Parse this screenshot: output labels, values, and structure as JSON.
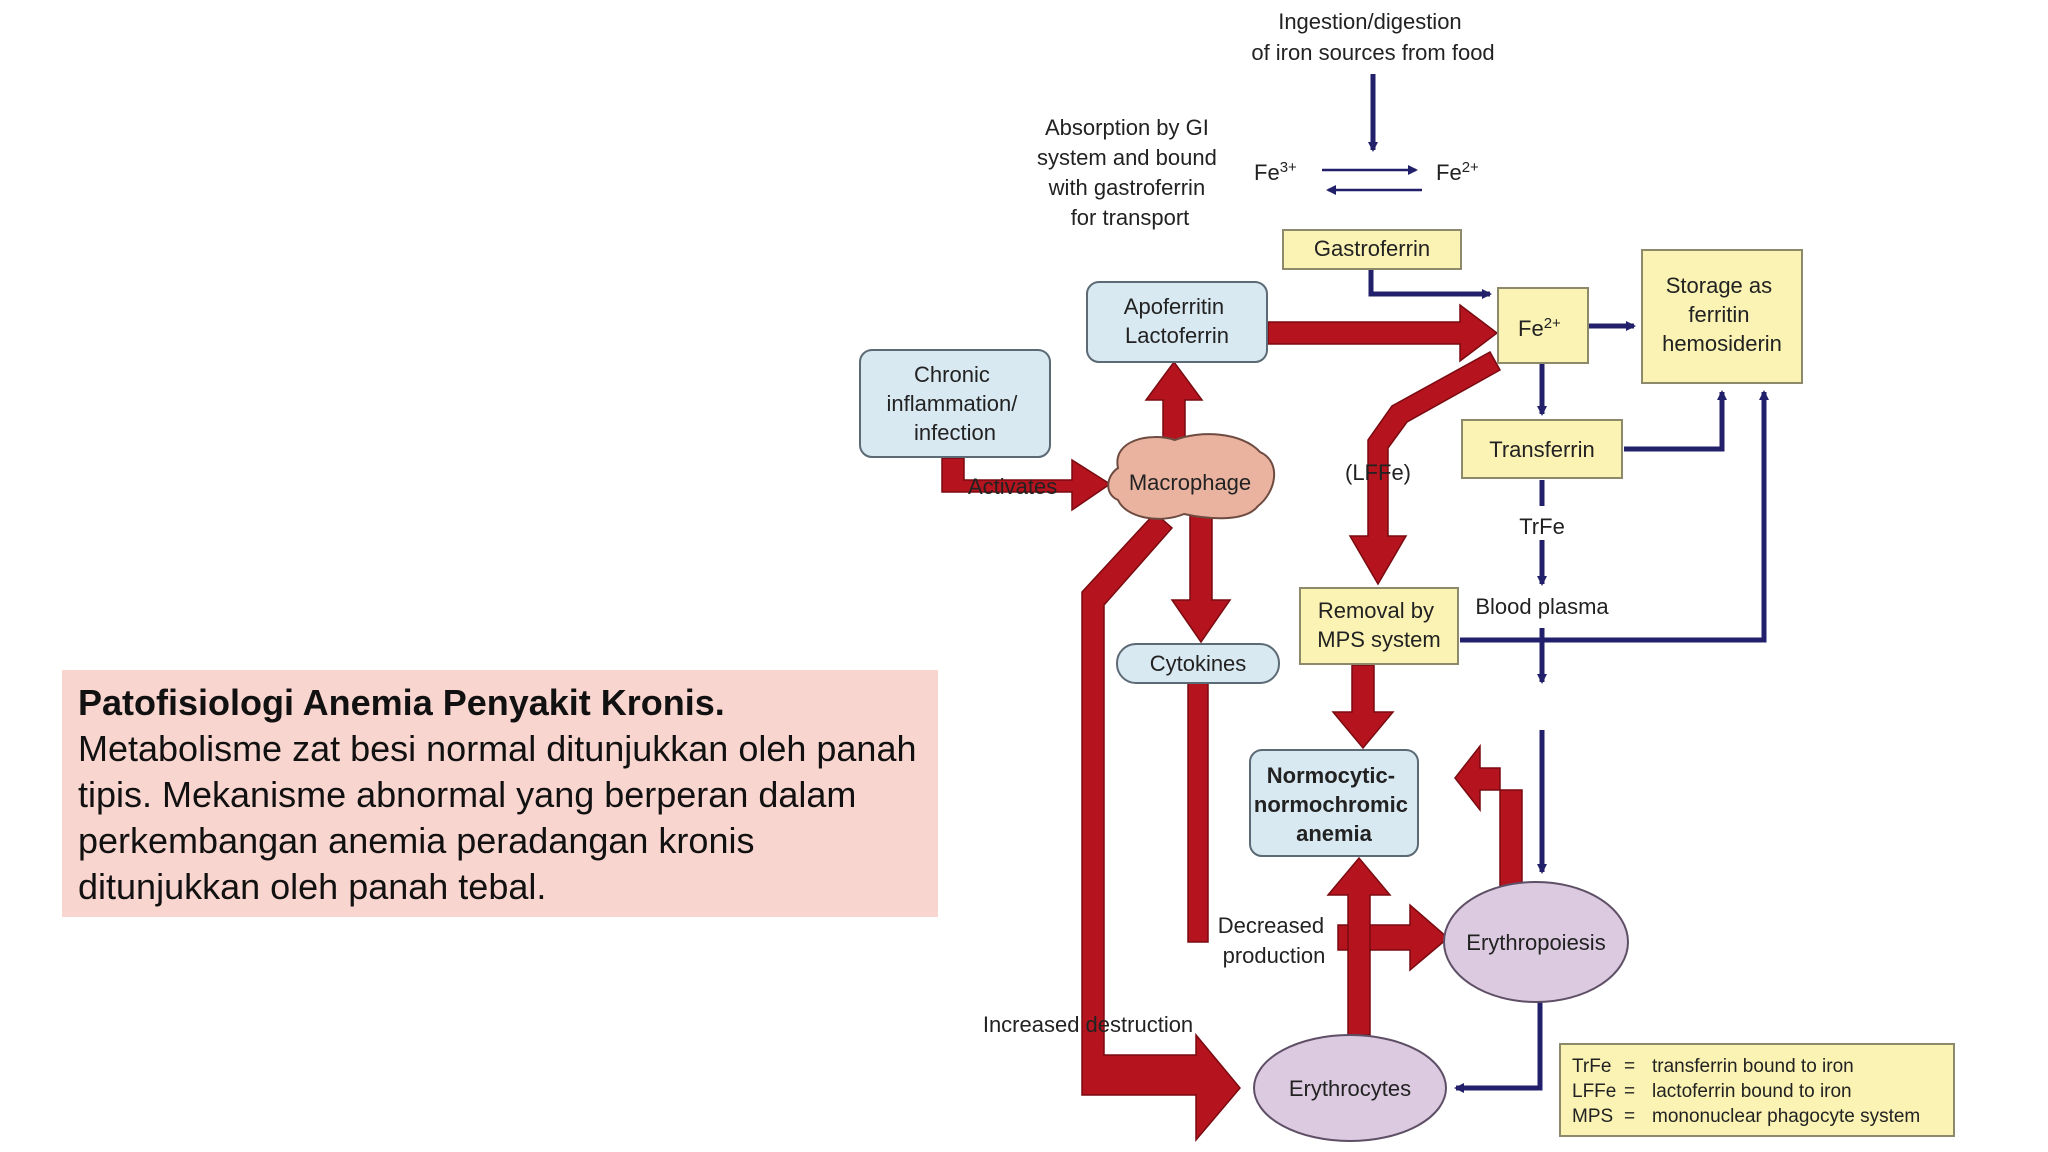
{
  "caption": {
    "title": "Patofisiologi Anemia Penyakit Kronis.",
    "body": "Metabolisme zat besi normal ditunjukkan oleh panah tipis. Mekanisme abnormal yang berperan dalam perkembangan anemia peradangan kronis ditunjukkan oleh panah tebal."
  },
  "diagram": {
    "ingestion": [
      "Ingestion/digestion",
      "of iron sources from food"
    ],
    "absorption": [
      "Absorption by GI",
      "system and bound",
      "with gastroferrin",
      "for transport"
    ],
    "fe3": "Fe",
    "fe3_sup": "3+",
    "fe2": "Fe",
    "fe2_sup": "2+",
    "gastroferrin": "Gastroferrin",
    "apoferritin": [
      "Apoferritin",
      "Lactoferrin"
    ],
    "fe2_box": "Fe",
    "fe2_box_sup": "2+",
    "storage": [
      "Storage as",
      "ferritin",
      "hemosiderin"
    ],
    "chronic": [
      "Chronic",
      "inflammation/",
      "infection"
    ],
    "activates": "Activates",
    "macrophage": "Macrophage",
    "lffe": "(LFFe)",
    "transferrin": "Transferrin",
    "trfe": "TrFe",
    "removal": [
      "Removal by",
      "MPS system"
    ],
    "blood_plasma": "Blood plasma",
    "cytokines": "Cytokines",
    "anemia": [
      "Normocytic-",
      "normochromic",
      "anemia"
    ],
    "decreased": [
      "Decreased",
      "production"
    ],
    "erythropoiesis": "Erythropoiesis",
    "increased": "Increased destruction",
    "erythrocytes": "Erythrocytes",
    "legend": [
      {
        "abbr": "TrFe",
        "eq": "=",
        "text": "transferrin bound to iron"
      },
      {
        "abbr": "LFFe",
        "eq": "=",
        "text": "lactoferrin bound to iron"
      },
      {
        "abbr": "MPS",
        "eq": "=",
        "text": "mononuclear phagocyte system"
      }
    ],
    "colors": {
      "thick_arrow": "#b5141e",
      "thin_arrow": "#22206b",
      "yellow_box": "#faf3b4",
      "blue_box": "#d9e9f1",
      "macrophage": "#eab3a0",
      "purple_ellipse": "#dccbe0"
    }
  }
}
